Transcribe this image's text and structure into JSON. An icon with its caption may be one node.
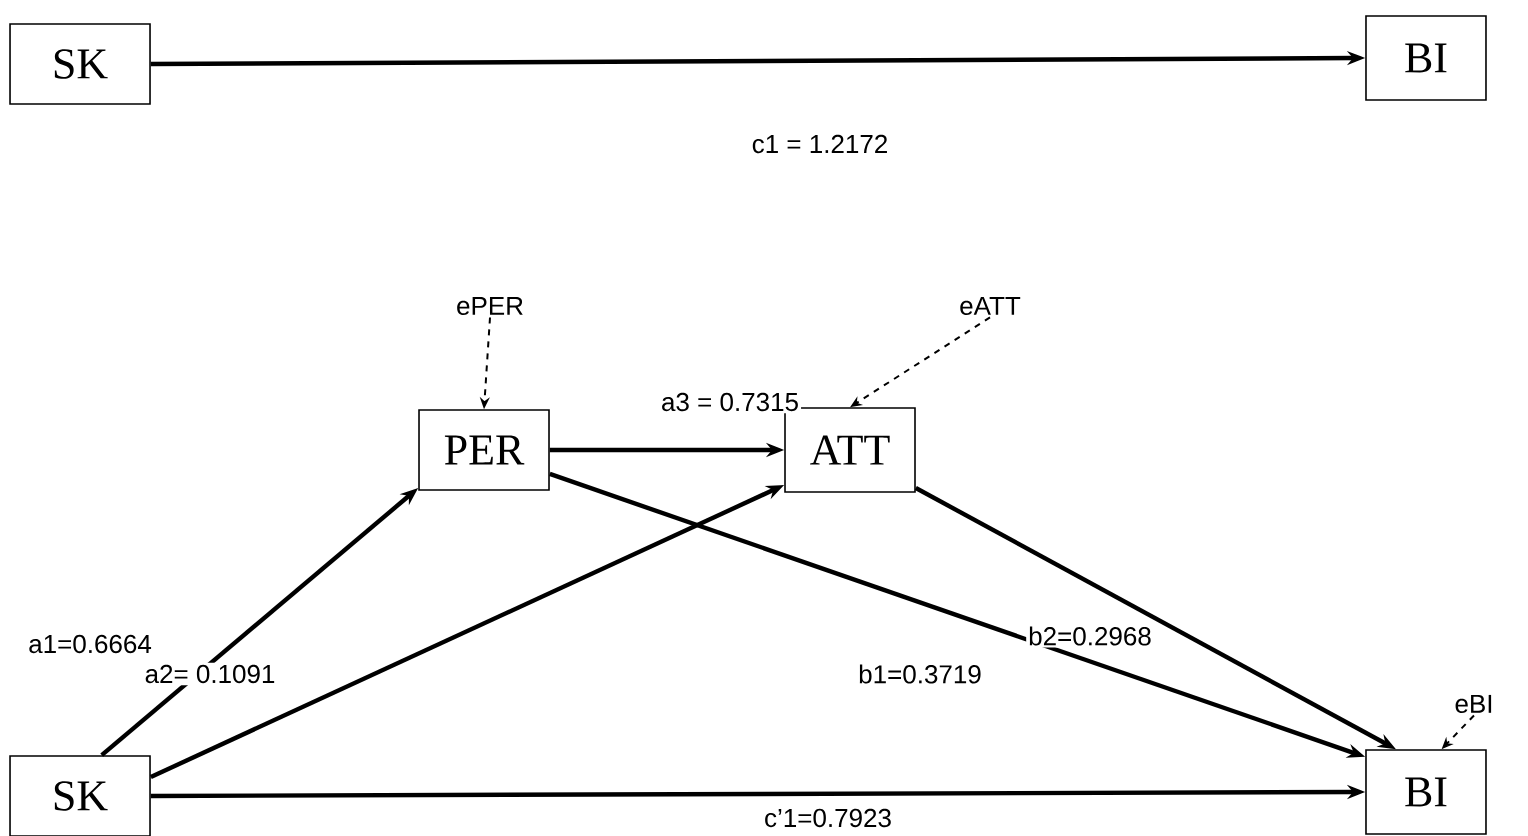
{
  "diagram": {
    "nodes": [
      {
        "text": [
          "SK"
        ]
      },
      {
        "text": [
          "BI"
        ]
      },
      {
        "text": [
          "ePER"
        ]
      },
      {
        "text": [
          "eATT"
        ]
      },
      {
        "text": [
          "PER"
        ]
      },
      {
        "text": [
          "ATT"
        ]
      },
      {
        "text": [
          "eBI"
        ]
      },
      {
        "text": [
          "SK"
        ]
      },
      {
        "text": [
          "BI"
        ]
      }
    ],
    "edges": [
      {
        "from": 0,
        "to": 1,
        "arrow": "to",
        "label": "c1 = 1.2172"
      },
      {
        "from": 2,
        "to": 4,
        "arrow": "to",
        "style": "dashed"
      },
      {
        "from": 3,
        "to": 5,
        "arrow": "to",
        "style": "dashed"
      },
      {
        "from": 4,
        "to": 5,
        "arrow": "to",
        "label": "a3 = 0.7315"
      },
      {
        "from": 7,
        "to": 4,
        "arrow": "to",
        "label": "a1=0.6664"
      },
      {
        "from": 7,
        "to": 5,
        "arrow": "to",
        "label": "a2= 0.1091"
      },
      {
        "from": 4,
        "to": 8,
        "arrow": "to",
        "label": "b1=0.3719"
      },
      {
        "from": 5,
        "to": 8,
        "arrow": "to",
        "label": "b2=0.2968"
      },
      {
        "from": 6,
        "to": 8,
        "arrow": "to",
        "style": "dashed"
      },
      {
        "from": 7,
        "to": 8,
        "arrow": "to",
        "label": "c’1=0.7923"
      }
    ]
  }
}
